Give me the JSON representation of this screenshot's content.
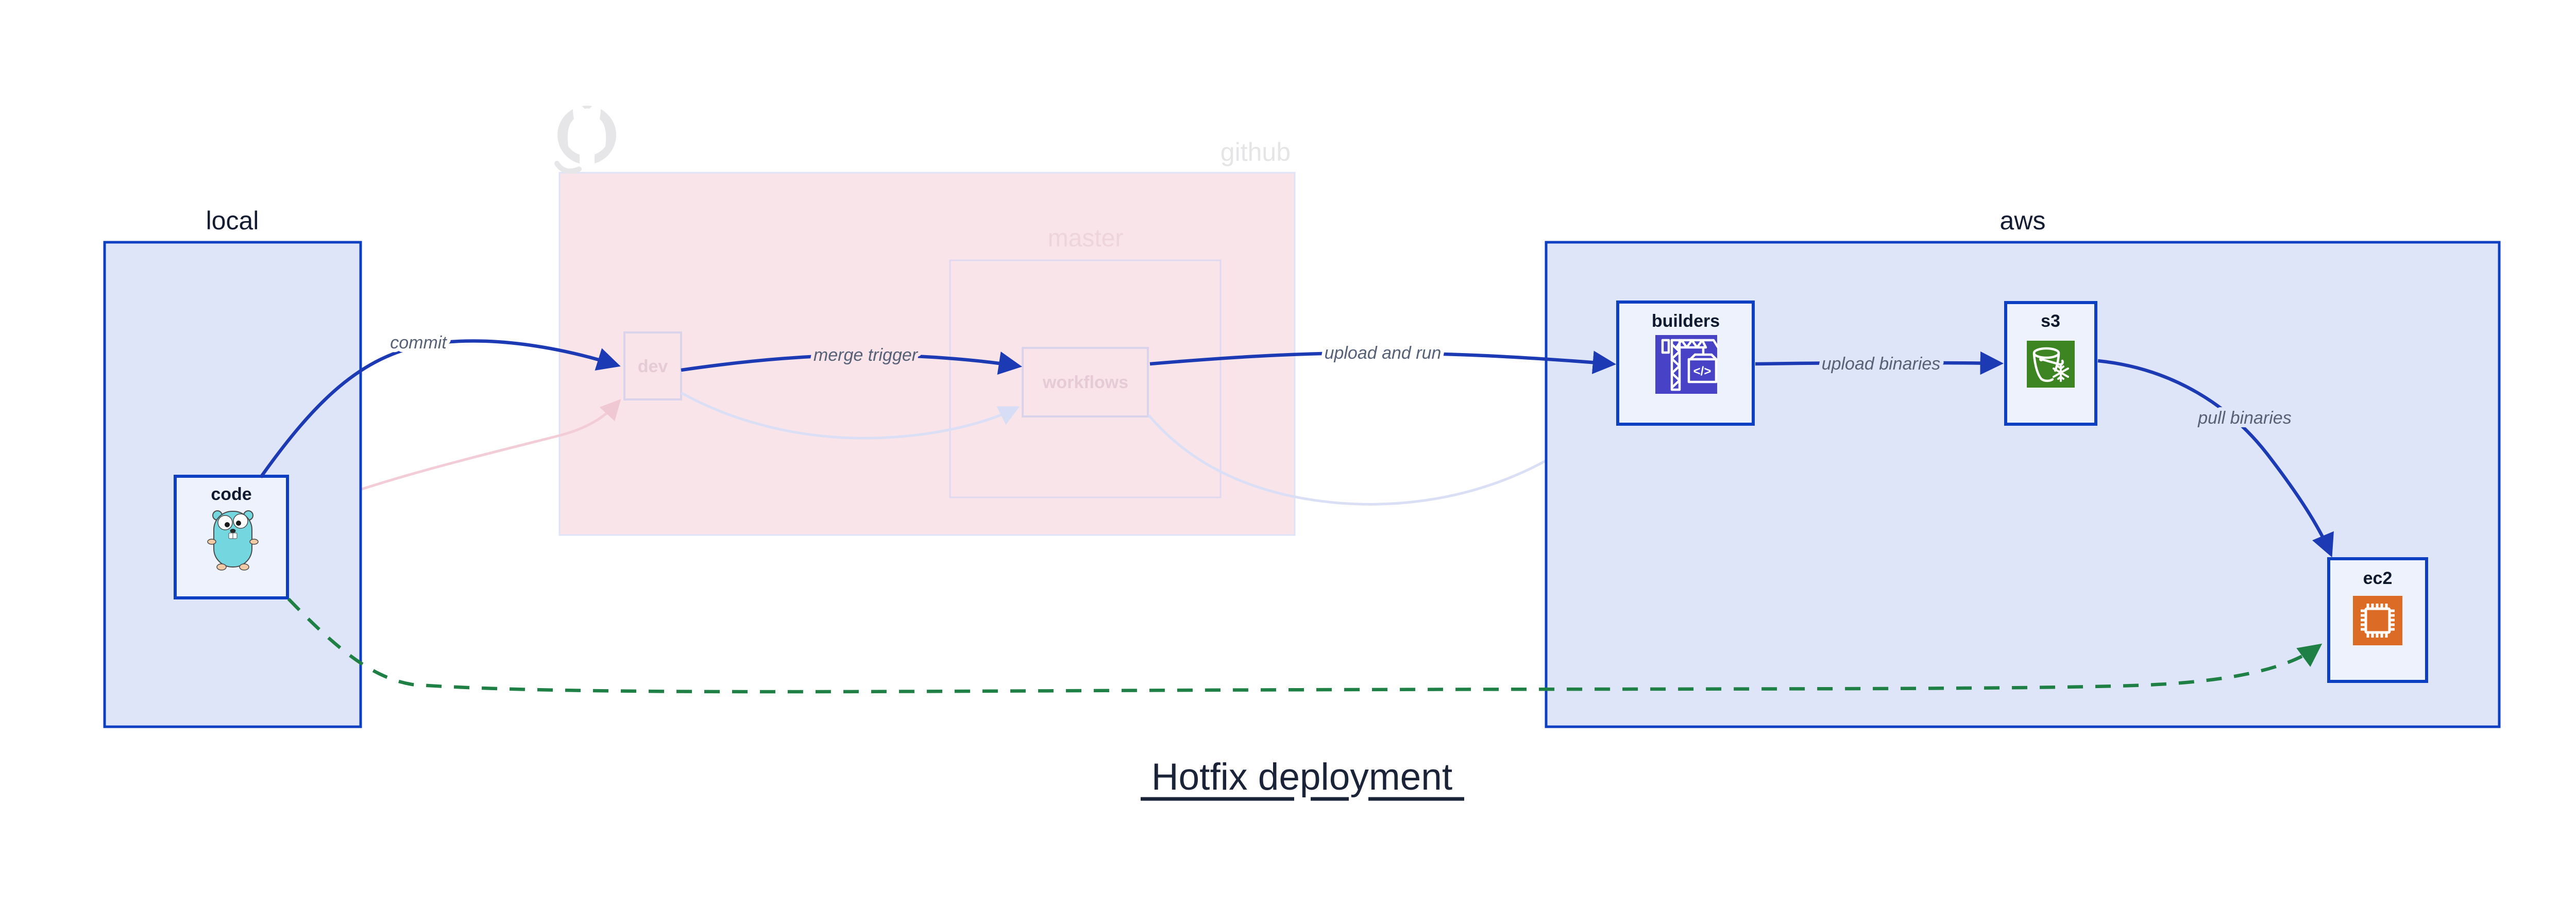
{
  "title": {
    "text": "Hotfix deployment"
  },
  "groups": {
    "local": {
      "label": "local"
    },
    "github": {
      "label": "github",
      "master": {
        "label": "master"
      }
    },
    "aws": {
      "label": "aws"
    }
  },
  "nodes": {
    "code": {
      "label": "code",
      "icon": "go-gopher-icon"
    },
    "dev": {
      "label": "dev",
      "state": "faded"
    },
    "workflows": {
      "label": "workflows",
      "state": "faded"
    },
    "builders": {
      "label": "builders",
      "icon": "aws-codebuild-crane-icon",
      "icon_text": "</>"
    },
    "s3": {
      "label": "s3",
      "icon": "aws-s3-glacier-bucket-icon"
    },
    "ec2": {
      "label": "ec2",
      "icon": "aws-ec2-chip-icon"
    }
  },
  "edges": {
    "commit": {
      "label": "commit",
      "from": "code",
      "to": "dev",
      "style": "solid-blue"
    },
    "merge_trigger": {
      "label": "merge trigger",
      "from": "dev",
      "to": "workflows",
      "style": "solid-blue"
    },
    "upload_and_run": {
      "label": "upload and run",
      "from": "workflows",
      "to": "builders",
      "style": "solid-blue"
    },
    "upload_binaries": {
      "label": "upload binaries",
      "from": "builders",
      "to": "s3",
      "style": "solid-blue"
    },
    "pull_binaries": {
      "label": "pull binaries",
      "from": "s3",
      "to": "ec2",
      "style": "solid-blue"
    },
    "hotfix_path": {
      "from": "code",
      "to": "ec2",
      "style": "dashed-green"
    },
    "faded_code_to_dev": {
      "from": "code",
      "to": "dev",
      "style": "faded-pink"
    },
    "faded_dev_to_workflows": {
      "from": "dev",
      "to": "workflows",
      "style": "faded-lavender"
    },
    "faded_workflows_to_builders": {
      "from": "workflows",
      "to": "builders",
      "style": "faded-lavender"
    }
  },
  "icons": {
    "github-octocat-icon": "octocat silhouette watermark",
    "go-gopher-icon": "teal Go gopher mascot",
    "aws-codebuild-crane-icon": "white crane lifting code container on indigo square",
    "aws-s3-glacier-bucket-icon": "white bucket with snowflake on green square",
    "aws-ec2-chip-icon": "white cpu chip on orange square"
  },
  "colors": {
    "edge_blue": "#1c3ab4",
    "box_border_blue": "#0d3fc2",
    "group_fill_blue": "#dfe5f8",
    "node_fill": "#eef2fc",
    "github_fill": "#f9e4e9",
    "faded_border": "#ded9ef",
    "faded_text_pink": "#e6cbd6",
    "watermark_gray": "#e5e5e7",
    "edge_label_gray": "#566077",
    "heading_navy": "#1b2338",
    "hotfix_green": "#1e8044",
    "codebuild_purple": "#4842c6",
    "s3_green": "#3d8422",
    "ec2_orange": "#dc6b26",
    "gopher_teal": "#74d7df"
  }
}
